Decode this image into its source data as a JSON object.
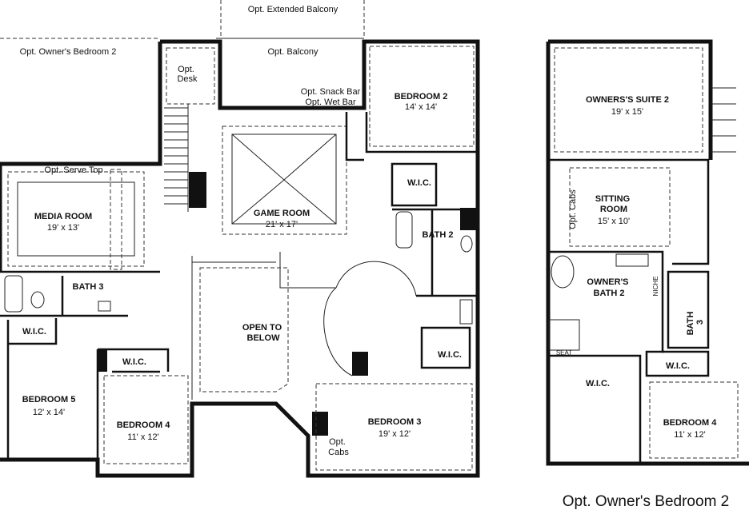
{
  "rooms": {
    "opt_extended_balcony": "Opt. Extended Balcony",
    "opt_owners_bedroom_2": "Opt. Owner's Bedroom 2",
    "opt_balcony": "Opt. Balcony",
    "opt_desk": "Opt.\nDesk",
    "opt_snack_bar": "Opt. Snack Bar",
    "opt_wet_bar": "Opt. Wet Bar",
    "bedroom_2": {
      "name": "BEDROOM 2",
      "dim": "14' x 14'"
    },
    "opt_serve_top": "Opt. Serve Top",
    "media_room": {
      "name": "MEDIA ROOM",
      "dim": "19' x 13'"
    },
    "game_room": {
      "name": "GAME ROOM",
      "dim": "21' x 17'"
    },
    "wic_bed2": "W.I.C.",
    "bath_2": "BATH 2",
    "bath_3": "BATH 3",
    "wic_bed5": "W.I.C.",
    "wic_bed4": "W.I.C.",
    "open_to_below": "OPEN TO\nBELOW",
    "wic_bed3": "W.I.C.",
    "bedroom_5": {
      "name": "BEDROOM 5",
      "dim": "12' x 14'"
    },
    "bedroom_4": {
      "name": "BEDROOM 4",
      "dim": "11' x 12'"
    },
    "bedroom_3": {
      "name": "BEDROOM 3",
      "dim": "19' x 12'"
    },
    "opt_cabs_bed3": "Opt.\nCabs"
  },
  "alt_plan": {
    "owners_suite_2": {
      "name": "OWNERS'S SUITE 2",
      "dim": "19' x 15'"
    },
    "sitting_room": {
      "name": "SITTING\nROOM",
      "dim": "15' x 10'"
    },
    "opt_cabs": "Opt. Cabs",
    "owners_bath_2": {
      "name": "OWNER'S\nBATH 2"
    },
    "niche": "NICHE",
    "bath_3": "BATH\n3",
    "seat": "SEAT",
    "wic_suite": "W.I.C.",
    "wic_bed4": "W.I.C.",
    "bedroom_4": {
      "name": "BEDROOM 4",
      "dim": "11' x 12'"
    },
    "caption": "Opt. Owner's Bedroom 2"
  }
}
